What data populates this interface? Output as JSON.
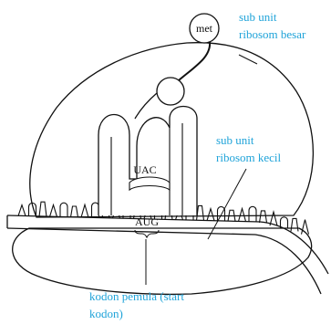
{
  "diagram": {
    "molecule": "met",
    "anticodon": "UAC",
    "codon": "AUG",
    "label_color": "#1fa3d9",
    "labels": {
      "large_subunit": [
        "sub unit",
        "ribosom besar"
      ],
      "small_subunit": [
        "sub unit",
        "ribosom kecil"
      ],
      "start_codon": [
        "kodon pemula (start",
        "kodon)"
      ]
    }
  }
}
